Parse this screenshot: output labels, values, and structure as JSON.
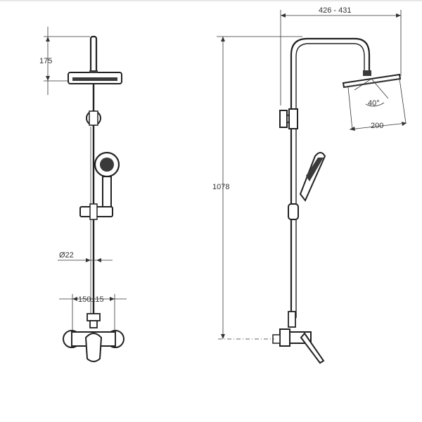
{
  "dimensions": {
    "head_height": "175",
    "pipe_diameter": "Ø22",
    "inlet_spacing": "150±15",
    "arm_reach": "426 - 431",
    "total_height": "1078",
    "head_diameter": "200",
    "tilt_angle": "40°"
  },
  "colors": {
    "line": "#333333",
    "fill_dark": "#3a3a3a",
    "background": "#ffffff"
  }
}
